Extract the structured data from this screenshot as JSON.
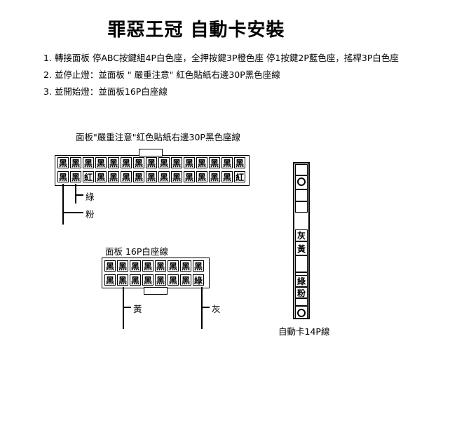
{
  "title": "罪惡王冠 自動卡安裝",
  "instructions": [
    "1. 轉接面板  停ABC按鍵組4P白色座，全押按鍵3P橙色座 停1按鍵2P藍色座，搖桿3P白色座",
    "2.  並停止燈：並面板 \" 嚴重注意\" 紅色貼紙右邊30P黑色座線",
    "3.  並開始燈：並面板16P白座線"
  ],
  "connector30": {
    "label": "面板\"嚴重注意\"紅色貼紙右邊30P黑色座線",
    "top_row": [
      "黑",
      "黑",
      "黑",
      "黑",
      "黑",
      "黑",
      "黑",
      "黑",
      "黑",
      "黑",
      "黑",
      "黑",
      "黑",
      "黑",
      "黑"
    ],
    "bottom_row": [
      "黑",
      "黑",
      "紅",
      "黑",
      "黑",
      "黑",
      "黑",
      "黑",
      "黑",
      "黑",
      "黑",
      "黑",
      "黑",
      "黑",
      "紅"
    ],
    "wire1_label": "綠",
    "wire2_label": "粉"
  },
  "connector16": {
    "label": "面板 16P白座線",
    "top_row": [
      "黑",
      "黑",
      "黑",
      "黑",
      "黑",
      "黑",
      "黑",
      "黑"
    ],
    "bottom_row": [
      "黑",
      "黑",
      "黑",
      "黑",
      "黑",
      "黑",
      "黑",
      "綠"
    ],
    "wire1_label": "黃",
    "wire2_label": "灰"
  },
  "card14": {
    "label": "自動卡14P線",
    "cells": [
      "",
      "",
      "",
      "",
      "灰",
      "黃",
      "",
      "",
      "綠",
      "粉",
      "",
      ""
    ]
  }
}
